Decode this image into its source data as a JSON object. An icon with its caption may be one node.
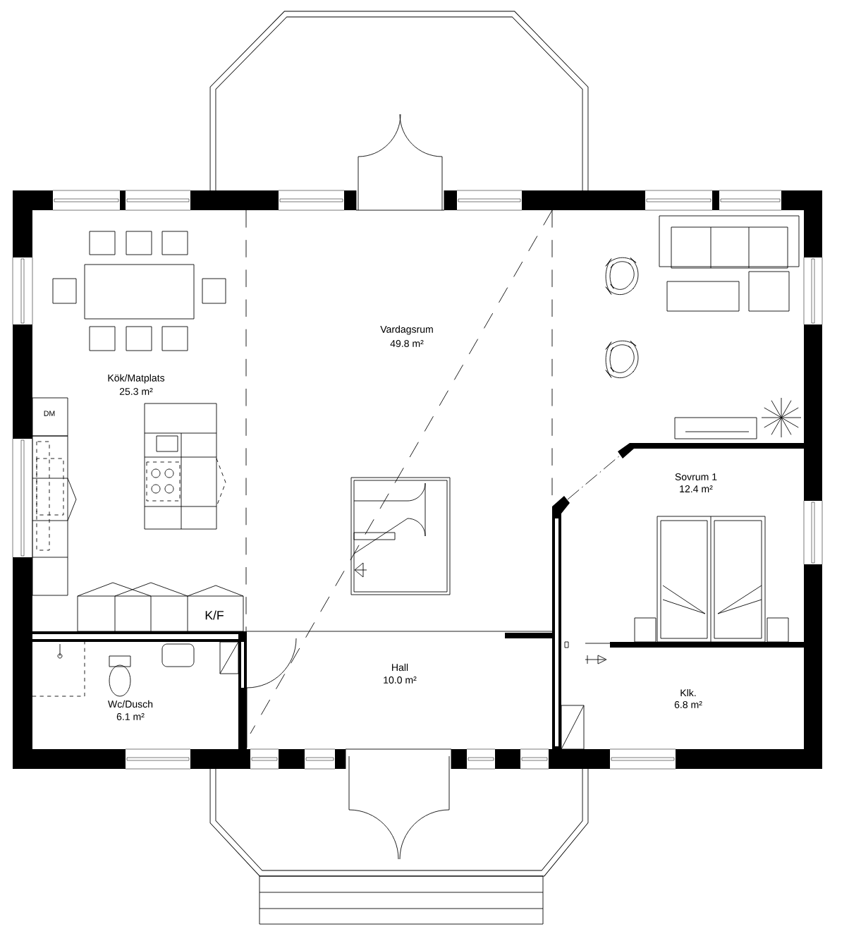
{
  "diagram": {
    "labels": [
      "Vardagsrum",
      "49.8 m²",
      "Kök/Matplats",
      "25.3 m²",
      "DM",
      "Sovrum 1",
      "12.4 m²",
      "K/F",
      "Hall",
      "10.0 m²",
      "Wc/Dusch",
      "6.1 m²",
      "Klk.",
      "6.8 m²"
    ]
  }
}
